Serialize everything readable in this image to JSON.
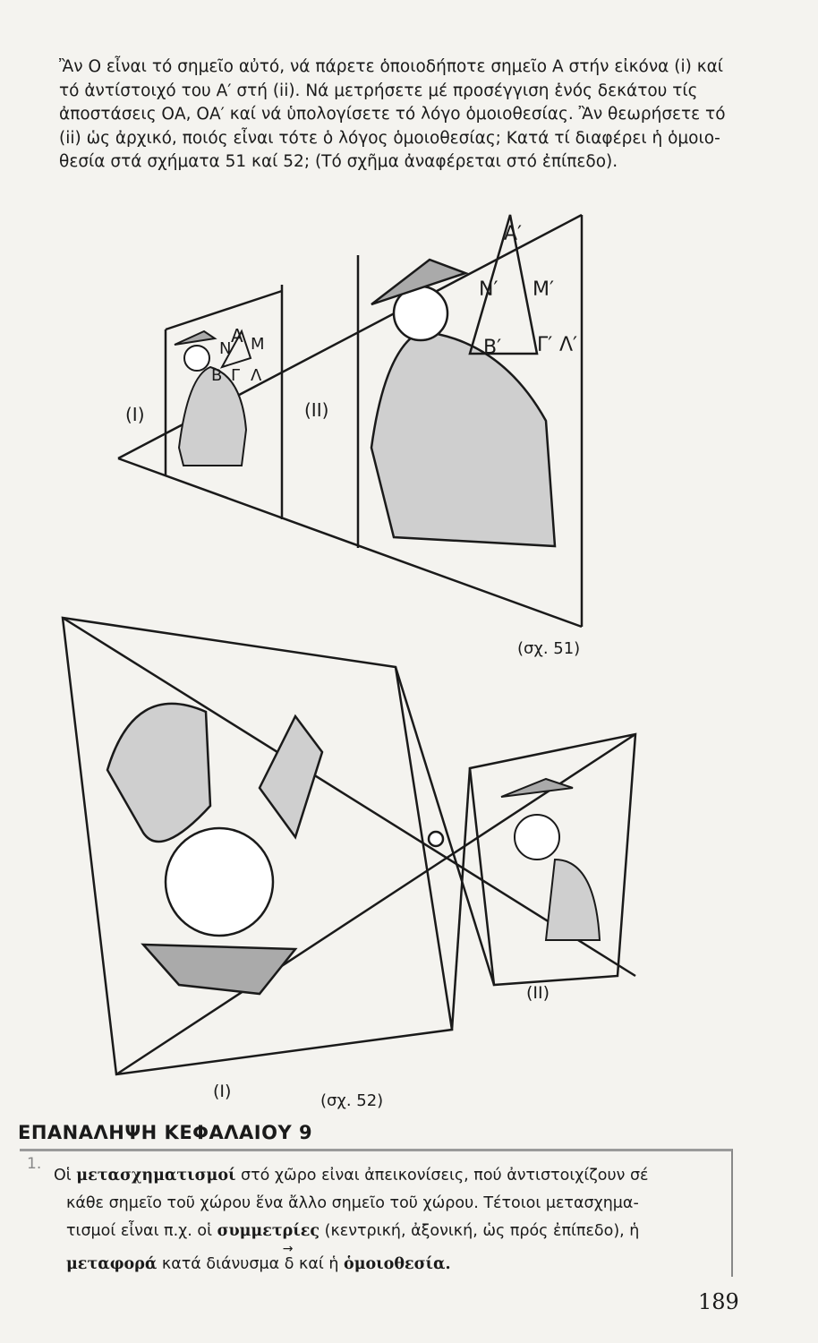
{
  "paragraph": {
    "lines": [
      "Ἂν Ο εἶναι τό σημεῖο αὐτό, νά πάρετε ὁποιοδήποτε σημεῖο Α στήν εἰκόνα (i) καί",
      "τό ἀντίστοιχό του Α′ στή (ii). Νά μετρήσετε μέ προσέγγιση ἑνός δεκάτου τίς",
      "ἀποστάσεις ΟΑ, ΟΑ′ καί νά ὑπολογίσετε τό λόγο ὁμοιοθεσίας. Ἂν θεωρήσετε τό",
      "(ii) ὡς ἀρχικό, ποιός εἶναι τότε ὁ λόγος ὁμοιοθεσίας; Κατά τί διαφέρει ἡ ὁμοιο-",
      "θεσία στά σχήματα 51 καί 52; (Τό σχῆμα ἀναφέρεται στό ἐπίπεδο)."
    ]
  },
  "figure51": {
    "caption": "(σχ. 51)",
    "panel_i": "(I)",
    "panel_ii": "(II)",
    "small_labels": [
      "Α",
      "Ν",
      "Μ",
      "Β",
      "Γ",
      "Λ"
    ],
    "large_labels": [
      "Α′",
      "Ν′",
      "Μ′",
      "Β′",
      "Γ′",
      "Λ′"
    ]
  },
  "figure52": {
    "caption": "(σχ. 52)",
    "panel_i": "(I)",
    "panel_ii": "(II)"
  },
  "summary": {
    "heading": "ΕΠΑΝΑΛΗΨΗ ΚΕΦΑΛΑΙΟΥ 9",
    "number": "1.",
    "l1_a": "Οἱ ",
    "l1_b": "μετασχηματισμοί",
    "l1_c": " στό χῶρο εἰναι ἀπεικονίσεις, πού ἀντιστοιχίζουν σέ",
    "l2": "κάθε σημεῖο τοῦ χώρου ἕνα ἄλλο σημεῖο τοῦ χώρου. Τέτοιοι μετασχημα-",
    "l3_a": "τισμοί εἶναι π.χ. οἱ ",
    "l3_b": "συμμετρίες",
    "l3_c": " (κεντρική, ἀξονική, ὡς πρός ἐπίπεδο), ἡ",
    "l4_a": "μεταφορά",
    "l4_b": " κατά διάνυσμα ",
    "l4_vec": "δ",
    "l4_c": " καί ἡ ",
    "l4_d": "ὁμοιοθεσία."
  },
  "page_number": "189"
}
